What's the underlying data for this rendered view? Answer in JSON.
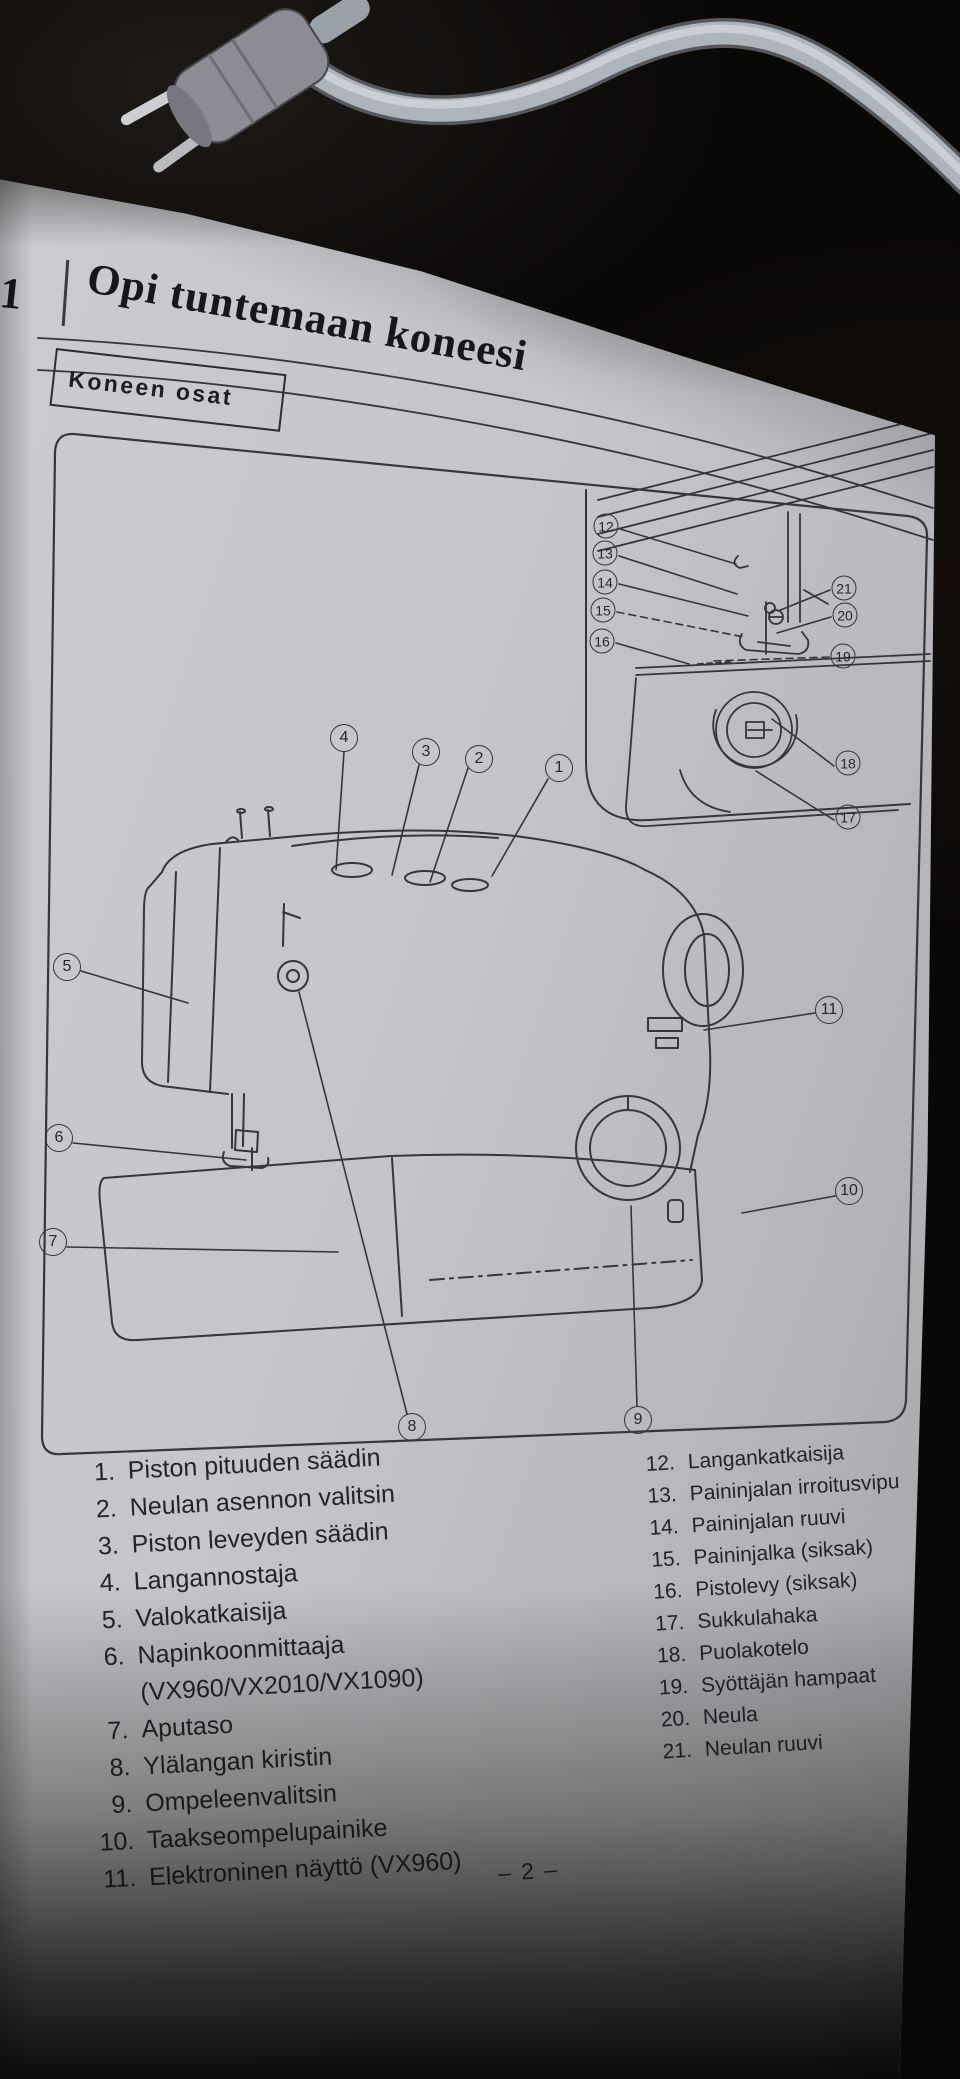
{
  "scene": {
    "colors": {
      "background": "#0a0807",
      "paper": "#c6c7cb",
      "ink": "#2a2a30",
      "cable": "#aeb4bc",
      "plug_body": "#8c8c94",
      "plug_pins": "#cdced1"
    }
  },
  "page": {
    "chapter_number": "1",
    "title": "Opi tuntemaan koneesi",
    "section_title": "Koneen osat",
    "page_number": "– 2 –"
  },
  "diagram": {
    "main_callouts": [
      "1",
      "2",
      "3",
      "4",
      "5",
      "6",
      "7",
      "8",
      "9",
      "10",
      "11"
    ],
    "inset_callouts": [
      "12",
      "13",
      "14",
      "15",
      "16",
      "17",
      "18",
      "19",
      "20",
      "21"
    ]
  },
  "parts_list": {
    "left": [
      {
        "num": "1.",
        "label": "Piston pituuden säädin"
      },
      {
        "num": "2.",
        "label": "Neulan asennon valitsin"
      },
      {
        "num": "3.",
        "label": "Piston leveyden säädin"
      },
      {
        "num": "4.",
        "label": "Langannostaja"
      },
      {
        "num": "5.",
        "label": "Valokatkaisija"
      },
      {
        "num": "6.",
        "label": "Napinkoonmittaaja",
        "note": "(VX960/VX2010/VX1090)"
      },
      {
        "num": "7.",
        "label": "Aputaso"
      },
      {
        "num": "8.",
        "label": "Ylälangan kiristin"
      },
      {
        "num": "9.",
        "label": "Ompeleenvalitsin"
      },
      {
        "num": "10.",
        "label": "Taakseompelupainike"
      },
      {
        "num": "11.",
        "label": "Elektroninen näyttö (VX960)"
      }
    ],
    "right": [
      {
        "num": "12.",
        "label": "Langankatkaisija"
      },
      {
        "num": "13.",
        "label": "Paininjalan irroitusvipu"
      },
      {
        "num": "14.",
        "label": "Paininjalan ruuvi"
      },
      {
        "num": "15.",
        "label": "Paininjalka (siksak)"
      },
      {
        "num": "16.",
        "label": "Pistolevy (siksak)"
      },
      {
        "num": "17.",
        "label": "Sukkulahaka"
      },
      {
        "num": "18.",
        "label": "Puolakotelo"
      },
      {
        "num": "19.",
        "label": "Syöttäjän hampaat"
      },
      {
        "num": "20.",
        "label": "Neula"
      },
      {
        "num": "21.",
        "label": "Neulan ruuvi"
      }
    ]
  }
}
